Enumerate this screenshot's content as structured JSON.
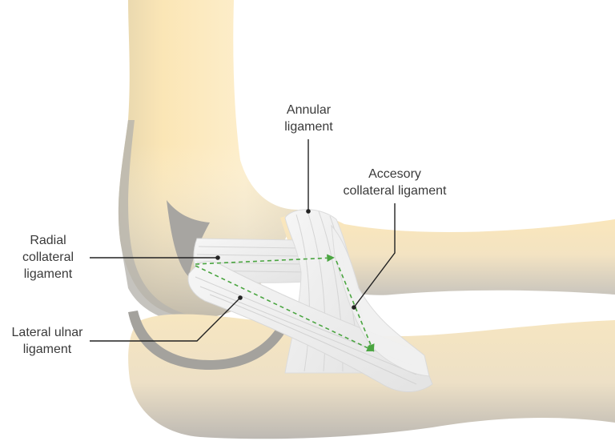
{
  "labels": {
    "annular": {
      "line1": "Annular",
      "line2": "ligament"
    },
    "accessory": {
      "line1": "Accesory",
      "line2": "collateral ligament"
    },
    "radial": {
      "line1": "Radial",
      "line2": "collateral",
      "line3": "ligament"
    },
    "lateral_ulnar": {
      "line1": "Lateral ulnar",
      "line2": "ligament"
    }
  },
  "colors": {
    "bone_light": "#fbe7b8",
    "bone_shadow": "#b8b5b0",
    "ligament": "#efefef",
    "ligament_stroke": "#d9d9d9",
    "arrow": "#4aa540",
    "leader": "#222222",
    "text": "#3a3a3a"
  }
}
